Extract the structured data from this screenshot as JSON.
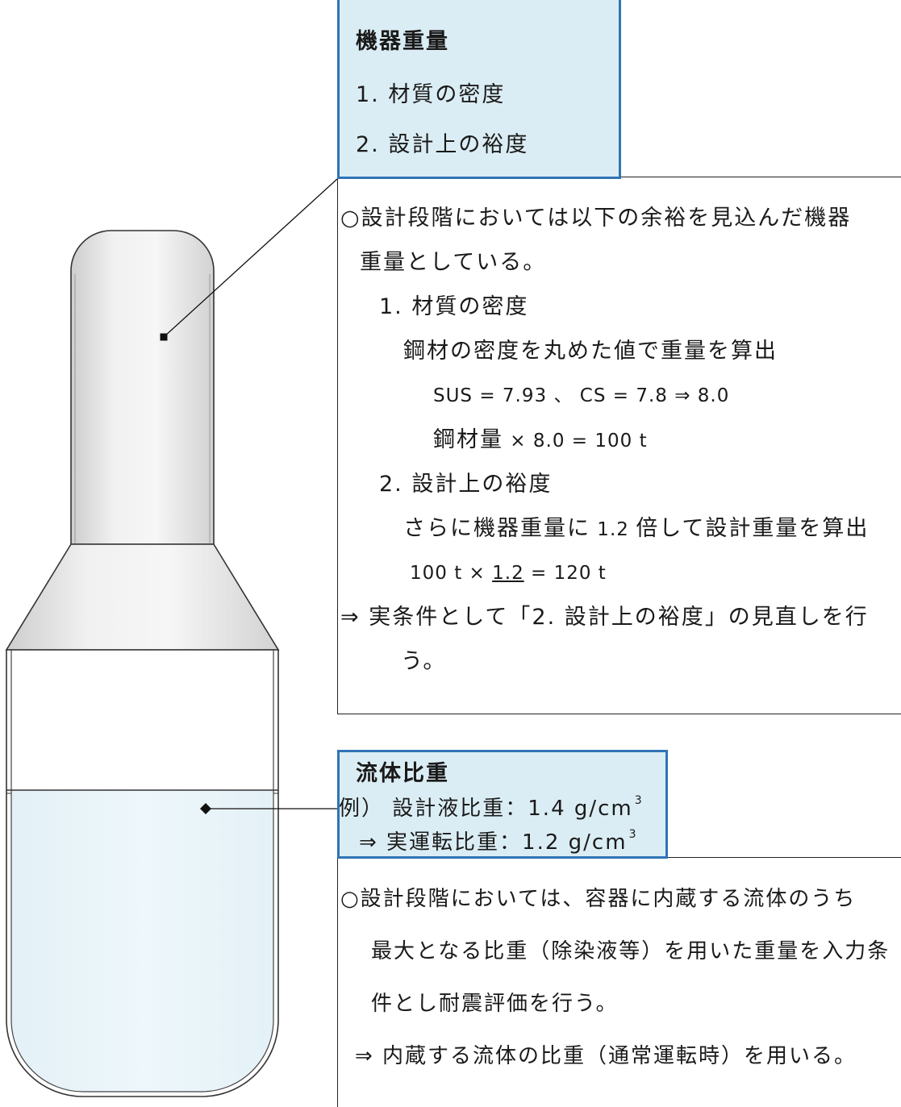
{
  "weight_box": {
    "title": "機器重量",
    "items": [
      "1. 材質の密度",
      "2. 設計上の裕度"
    ]
  },
  "weight_notes": {
    "line1": "○設計段階においては以下の余裕を見込んだ機器",
    "line2": "重量としている。",
    "item1_heading": "1. 材質の密度",
    "item1_desc": "鋼材の密度を丸めた値で重量を算出",
    "item1_formula1": "SUS = 7.93 、 CS = 7.8 ⇒ 8.0",
    "item1_formula2_label": "鋼材量",
    "item1_formula2_expr": " × 8.0 = 100 t",
    "item2_heading": "2. 設計上の裕度",
    "item2_desc_pre": "さらに機器重量に",
    "item2_desc_value": " 1.2 ",
    "item2_desc_post": "倍して設計重量を算出",
    "item2_formula_pre": "100 t × ",
    "item2_formula_value": "1.2",
    "item2_formula_post": " = 120 t",
    "conclusion_line1": "⇒ 実条件として「2. 設計上の裕度」の見直しを行",
    "conclusion_line2": "う。"
  },
  "fluid_box": {
    "title": "流体比重",
    "design_label": "例） 設計液比重：1.4 g/cm",
    "design_exp": "3",
    "actual_label": "⇒ 実運転比重：1.2 g/cm",
    "actual_exp": "3"
  },
  "fluid_notes": {
    "line1": "○設計段階においては、容器に内蔵する流体のうち",
    "line2": "最大となる比重（除染液等）を用いた重量を入力条",
    "line3": "件とし耐震評価を行う。",
    "line4": "⇒ 内蔵する流体の比重（通常運転時）を用いる。"
  },
  "markers": {
    "weight": "square-marker",
    "fluid": "diamond-marker"
  },
  "colors": {
    "label_box_fill": "#dbedf4",
    "label_box_border": "#2f74b5",
    "liquid_fill": "#e4f2f8",
    "vessel_metal": "#e6e6e6"
  }
}
